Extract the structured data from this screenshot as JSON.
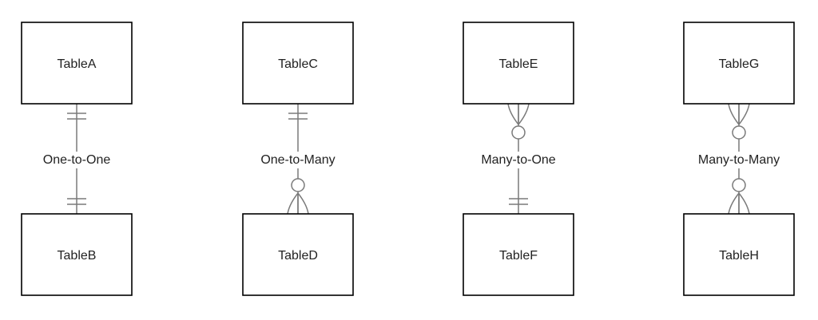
{
  "relationships": [
    {
      "label": "One-to-One",
      "top_entity": "TableA",
      "bottom_entity": "TableB",
      "top_end": "one",
      "bottom_end": "one"
    },
    {
      "label": "One-to-Many",
      "top_entity": "TableC",
      "bottom_entity": "TableD",
      "top_end": "one",
      "bottom_end": "many"
    },
    {
      "label": "Many-to-One",
      "top_entity": "TableE",
      "bottom_entity": "TableF",
      "top_end": "many",
      "bottom_end": "one"
    },
    {
      "label": "Many-to-Many",
      "top_entity": "TableG",
      "bottom_entity": "TableH",
      "top_end": "many",
      "bottom_end": "many"
    }
  ],
  "colors": {
    "box_stroke": "#000000",
    "connector": "#7a7a7a",
    "text": "#222222",
    "background": "#ffffff"
  }
}
